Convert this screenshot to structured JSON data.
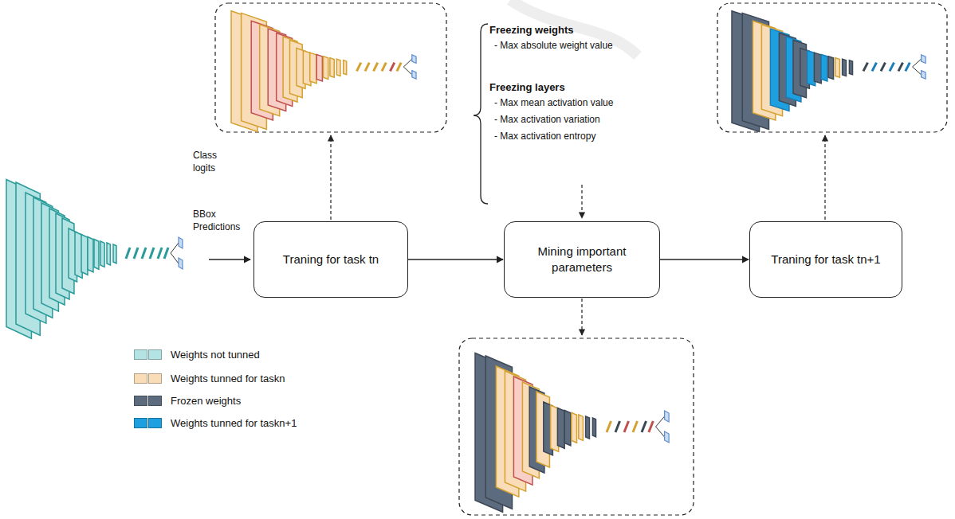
{
  "diagram": {
    "nodes": [
      {
        "text": [
          "Traning for task tn"
        ]
      },
      {
        "text": [
          "Mining important parameters"
        ]
      },
      {
        "text": [
          "Traning for task tn+1"
        ]
      }
    ],
    "edges": [
      {
        "from": 0,
        "to": 1,
        "arrow": "to"
      },
      {
        "from": 1,
        "to": 2,
        "arrow": "to"
      }
    ],
    "labels": [
      "Class logits",
      "BBox Predictions",
      "Freezing weights",
      "- Max absolute weight value",
      "Freezing layers",
      "- Max mean activation value",
      "- Max activation variation",
      "- Max activation entropy"
    ],
    "legend": [
      {
        "text": "Weights not tunned",
        "color": "#b3e3e3"
      },
      {
        "text": "Weights tunned for taskn",
        "color": "#f9dcb8"
      },
      {
        "text": "Frozen weights",
        "color": "#5d6b7e"
      },
      {
        "text": "Weights tunned for taskn+1",
        "color": "#1ea0e0"
      }
    ]
  }
}
